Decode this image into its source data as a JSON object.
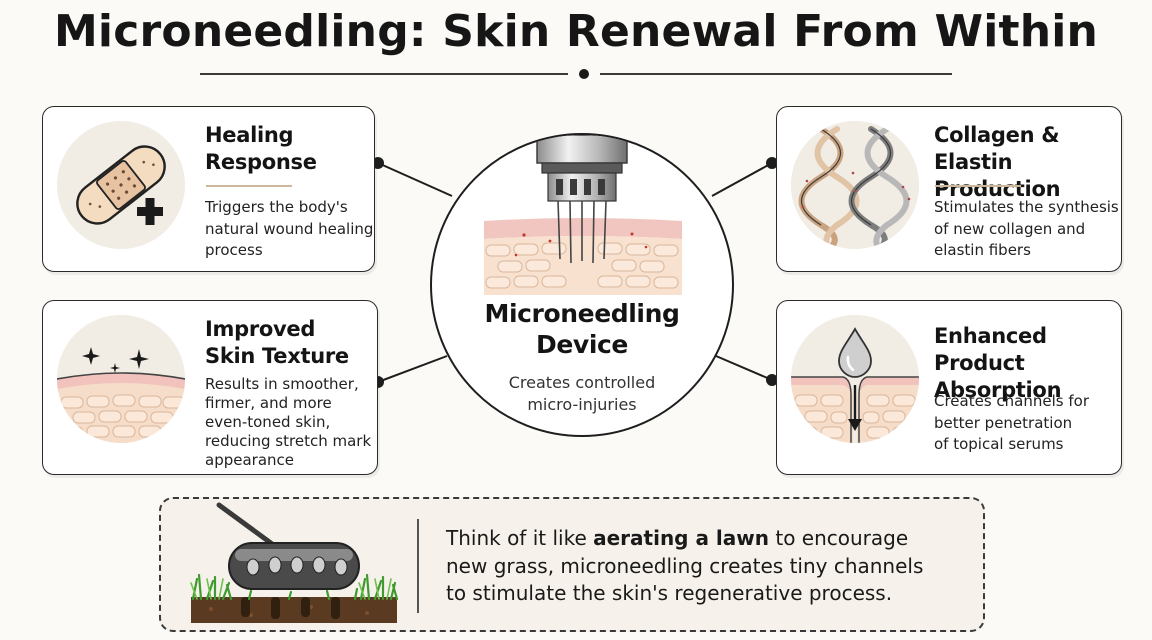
{
  "title": "Microneedling: Skin Renewal From Within",
  "center": {
    "title_line1": "Microneedling",
    "title_line2": "Device",
    "desc_line1": "Creates controlled",
    "desc_line2": "micro-injuries"
  },
  "cards": {
    "healing": {
      "title_line1": "Healing",
      "title_line2": "Response",
      "desc": [
        "Triggers the body's",
        "natural wound healing",
        "process"
      ],
      "icon": "bandage-icon"
    },
    "texture": {
      "title_line1": "Improved",
      "title_line2": "Skin Texture",
      "desc": [
        "Results in smoother,",
        "firmer, and more",
        "even-toned skin,",
        "reducing stretch mark",
        "appearance"
      ],
      "icon": "smooth-skin-icon"
    },
    "collagen": {
      "title_line1": "Collagen & Elastin",
      "title_line2": "Production",
      "desc": [
        "Stimulates the synthesis",
        "of new collagen and",
        "elastin fibers"
      ],
      "icon": "collagen-fiber-icon"
    },
    "absorption": {
      "title_line1": "Enhanced Product",
      "title_line2": "Absorption",
      "desc": [
        "Creates channels for",
        "better penetration",
        "of topical serums"
      ],
      "icon": "serum-drop-icon"
    }
  },
  "analogy": {
    "prefix": "Think of it like ",
    "emphasis": "aerating a lawn",
    "line1_suffix": " to encourage",
    "line2": "new grass, microneedling creates tiny channels",
    "line3": "to stimulate the skin's regenerative process.",
    "icon": "lawn-aerator-icon"
  },
  "colors": {
    "accent_rule": "#cdb89c",
    "skin_pink": "#f2c9c4",
    "skin_cells": "#f5dcc8",
    "disc_bg": "#f1ece4"
  }
}
